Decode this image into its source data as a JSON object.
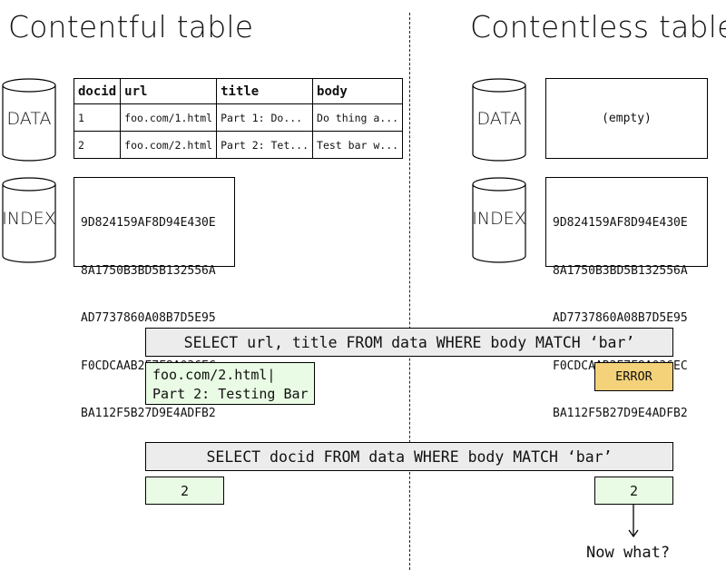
{
  "left_heading": "Contentful table",
  "right_heading": "Contentless table",
  "cylinders": {
    "data_label": "DATA",
    "index_label": "INDEX"
  },
  "contentful_table": {
    "columns": [
      "docid",
      "url",
      "title",
      "body"
    ],
    "rows": [
      [
        "1",
        "foo.com/1.html",
        "Part 1: Do...",
        "Do thing a..."
      ],
      [
        "2",
        "foo.com/2.html",
        "Part 2: Tet...",
        "Test bar w..."
      ]
    ]
  },
  "contentless_data": "(empty)",
  "index_hashes": [
    "9D824159AF8D94E430E",
    "8A1750B3BD5B132556A",
    "AD7737860A08B7D5E95",
    "F0CDCAAB2E7F8A036EC",
    "BA112F5B27D9E4ADFB2"
  ],
  "queries": {
    "q1": "SELECT url, title FROM data WHERE body MATCH ‘bar’",
    "q2": "SELECT docid FROM data WHERE body MATCH ‘bar’"
  },
  "results": {
    "q1_left_line1": "foo.com/2.html|",
    "q1_left_line2": "Part 2: Testing Bar",
    "q1_right": "ERROR",
    "q2_left": "2",
    "q2_right": "2"
  },
  "note": "Now what?",
  "colors": {
    "query_bg": "#ececec",
    "result_bg": "#e9fbe4",
    "error_bg": "#f3d27a"
  }
}
